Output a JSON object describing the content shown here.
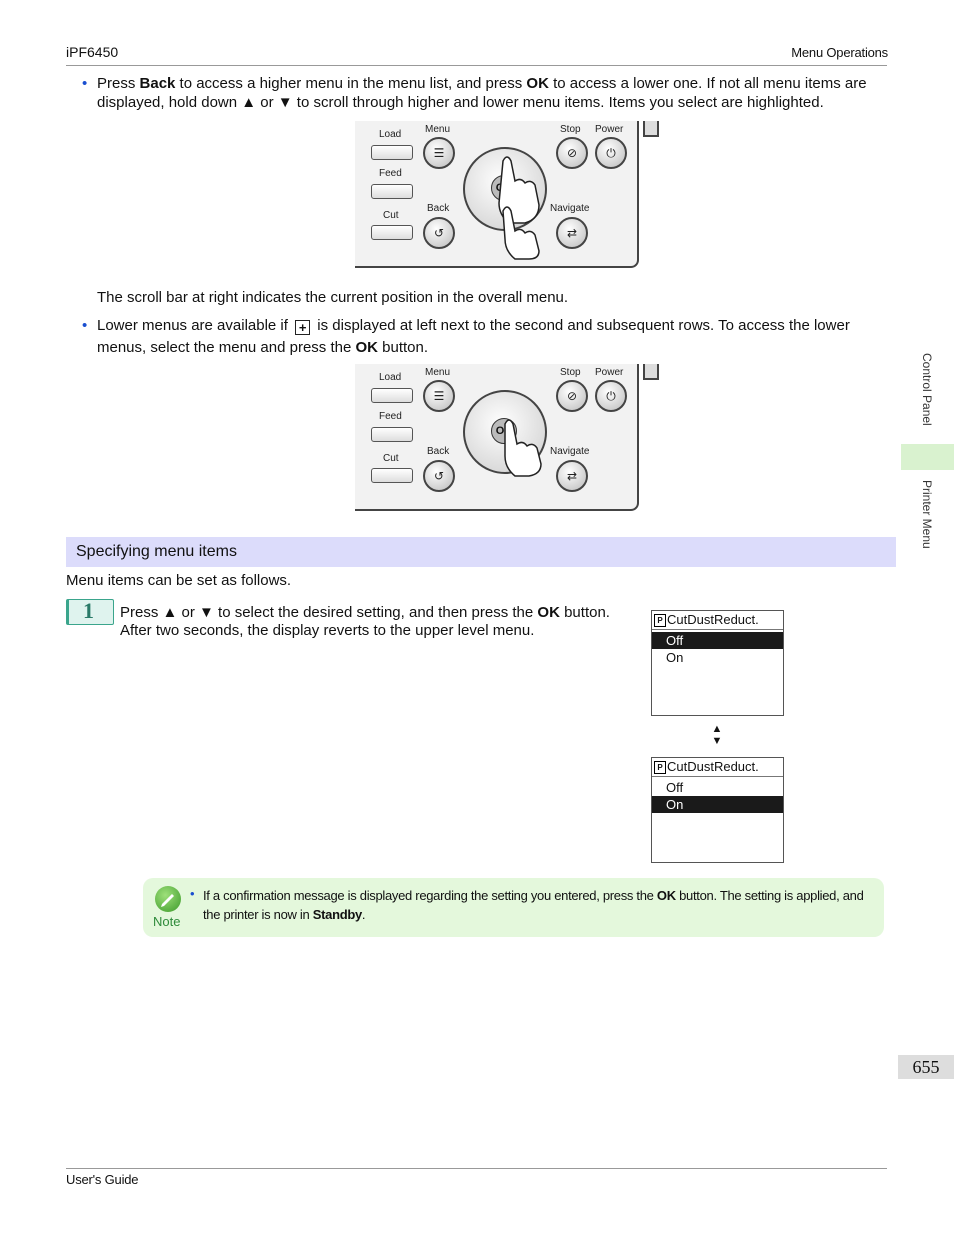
{
  "header": {
    "product": "iPF6450",
    "section": "Menu Operations"
  },
  "footer": {
    "guide": "User's Guide"
  },
  "bullets": {
    "b1_parts": [
      "Press ",
      "Back",
      " to access a higher menu in the menu list, and press ",
      "OK",
      " to access a lower one. If not all menu items are displayed, hold down ▲ or ▼ to scroll through higher and lower menu items. Items you select are highlighted."
    ],
    "scroll_text": "The scroll bar at right indicates the current position in the overall menu.",
    "b2_parts": [
      "Lower menus are available if ",
      " is displayed at left next to the second and subsequent rows. To access the lower menus, select the menu and press the ",
      "OK",
      " button."
    ]
  },
  "panel_labels": {
    "load": "Load",
    "menu": "Menu",
    "stop": "Stop",
    "power": "Power",
    "feed": "Feed",
    "cut": "Cut",
    "back": "Back",
    "navigate": "Navigate",
    "ok": "OK"
  },
  "section": {
    "title": "Specifying menu items",
    "intro": "Menu items can be set as follows."
  },
  "step1": {
    "number": "1",
    "line1_parts": [
      "Press ▲ or ▼ to select the desired setting, and then press the ",
      "OK",
      " button."
    ],
    "line2": "After two seconds, the display reverts to the upper level menu."
  },
  "lcd": {
    "title": "CutDustReduct.",
    "icon_letter": "P",
    "options": [
      "Off",
      "On"
    ],
    "arrows": "▲▼"
  },
  "note": {
    "label": "Note",
    "parts": [
      "If a confirmation message is displayed regarding the setting you entered, press the ",
      "OK",
      " button. The setting is applied, and the printer is now in ",
      "Standby",
      "."
    ]
  },
  "side_tabs": {
    "tab1": "Control Panel",
    "tab2": "Printer Menu"
  },
  "page_number": "655",
  "colors": {
    "section_bar": "#dcdcfb",
    "note_bg": "#e4f8dc",
    "bullet": "#1a4fd0",
    "tab_active": "#d9f2cf"
  }
}
